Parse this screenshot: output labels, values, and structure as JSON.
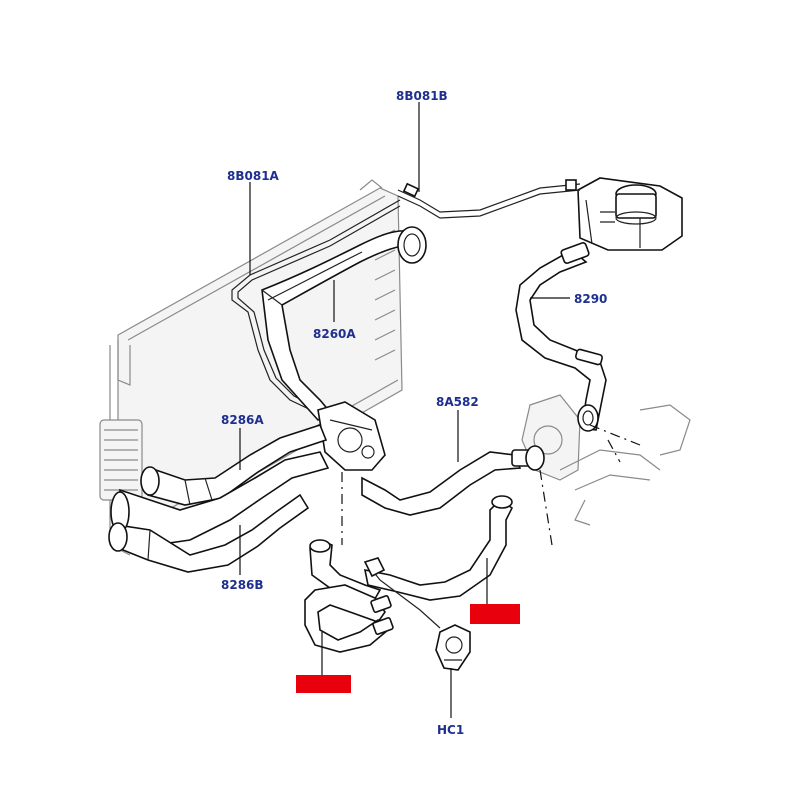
{
  "labels": {
    "l_8b081b": "8B081B",
    "l_8b081a": "8B081A",
    "l_8260a": "8260A",
    "l_8290": "8290",
    "l_8a582": "8A582",
    "l_8286a": "8286A",
    "l_8286b": "8286B",
    "l_hc1": "HC1"
  },
  "colors": {
    "label_text": "#1f2f8f",
    "highlight": "#e8000d",
    "line": "#111111",
    "faint": "#8a8a8a"
  }
}
